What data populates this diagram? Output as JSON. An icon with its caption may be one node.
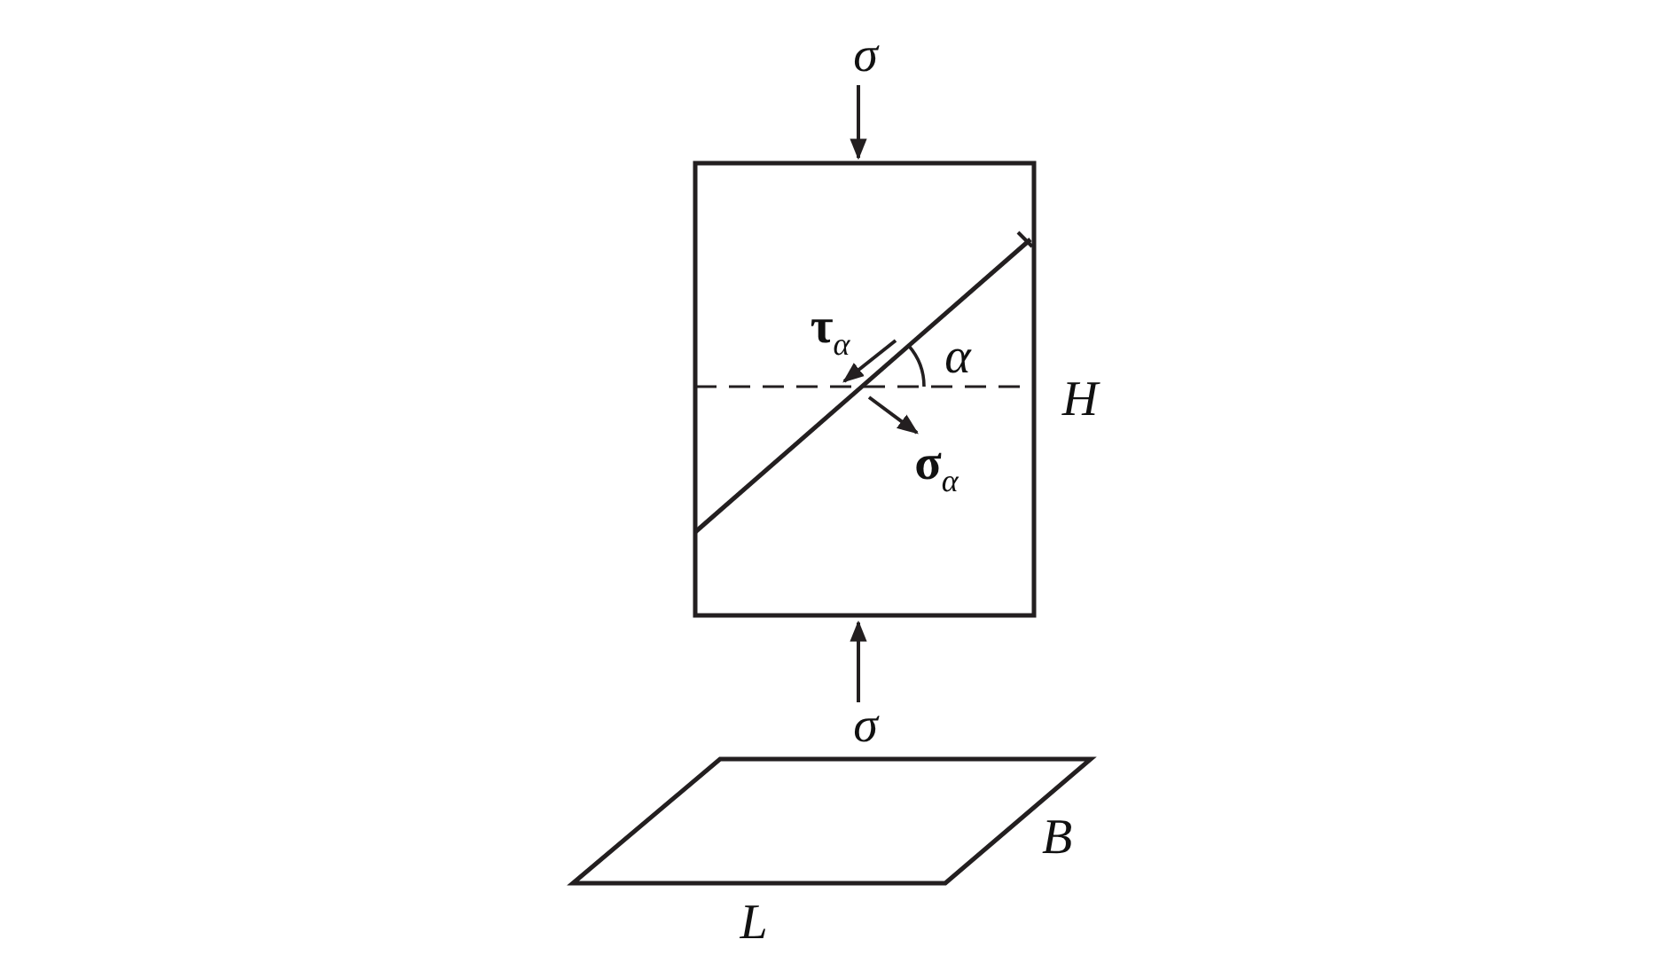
{
  "diagram": {
    "labels": [
      "σ",
      "**τ**$_{α}$",
      "α",
      "H",
      "**σ**$_{α}$",
      "σ",
      "B",
      "L"
    ]
  }
}
